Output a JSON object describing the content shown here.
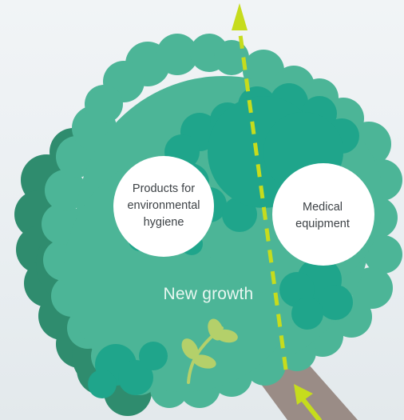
{
  "diagram": {
    "nodes": [
      {
        "id": "products",
        "label": "Products for\nenvironmental\nhygiene"
      },
      {
        "id": "medical",
        "label": "Medical\nequipment"
      }
    ],
    "center_label": "New growth",
    "colors": {
      "foliage_dark": "#2f8c6e",
      "foliage_mid": "#4cb597",
      "foliage_inner": "#1fa58b",
      "trunk": "#9a8c86",
      "arrow": "#c6dc1d",
      "leaf_sprig": "#b4d06a",
      "circle_fill": "#ffffff"
    }
  }
}
